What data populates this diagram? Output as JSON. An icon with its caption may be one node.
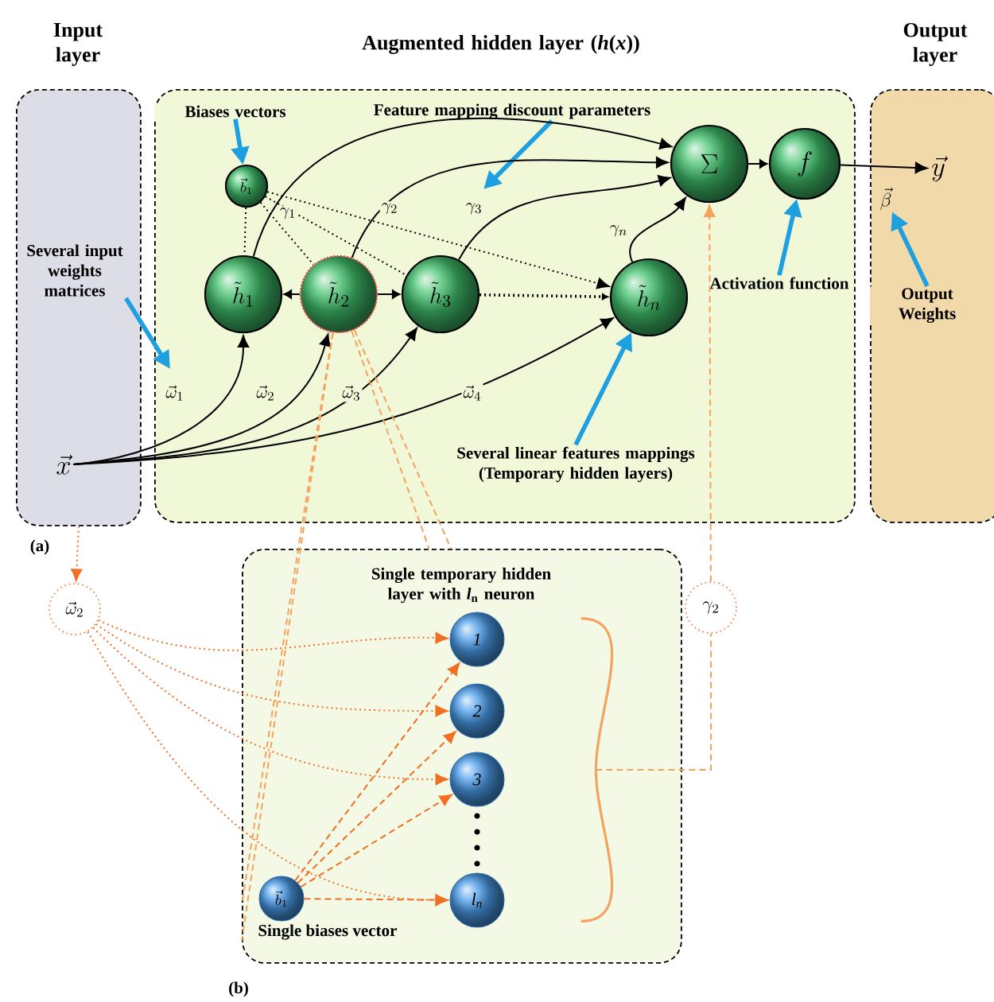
{
  "diagram": {
    "nodes": [
      {
        "text": [
          "Input layer"
        ]
      },
      {
        "text": [
          "Augmented hidden layer (*h*(*x*))"
        ]
      },
      {
        "text": [
          "Output layer"
        ]
      },
      {
        "text": [
          "Several input weights matrices"
        ],
        "in": 0
      },
      {
        "text": [
          "\\vec{x}"
        ],
        "in": 0
      },
      {
        "text": [
          "Biases vectors"
        ],
        "in": 1
      },
      {
        "text": [
          "Feature mapping discount parameters"
        ],
        "in": 1
      },
      {
        "text": [
          "\\vec{b}_1"
        ],
        "in": 1
      },
      {
        "text": [
          "\\tilde{h}_1"
        ],
        "in": 1
      },
      {
        "text": [
          "\\tilde{h}_2"
        ],
        "in": 1
      },
      {
        "text": [
          "\\tilde{h}_3"
        ],
        "in": 1
      },
      {
        "text": [
          "\\tilde{h}_n"
        ],
        "in": 1
      },
      {
        "text": [
          "\\Sigma"
        ],
        "in": 1
      },
      {
        "text": [
          "f"
        ],
        "in": 1
      },
      {
        "text": [
          "Activation function"
        ],
        "in": 1
      },
      {
        "text": [
          "Several linear features mappings (Temporary hidden layers)"
        ],
        "in": 1
      },
      {
        "text": [
          "\\vec{y}"
        ],
        "in": 2
      },
      {
        "text": [
          "\\vec{\\beta}"
        ],
        "in": 2
      },
      {
        "text": [
          "Output Weights"
        ],
        "in": 2
      },
      {
        "text": [
          "\\vec{\\omega}_2"
        ]
      },
      {
        "text": [
          "\\gamma_2"
        ]
      },
      {
        "text": [
          "Single temporary hidden layer with *l*$_{n}$ neuron"
        ]
      },
      {
        "text": [
          "1"
        ],
        "in": 21
      },
      {
        "text": [
          "2"
        ],
        "in": 21
      },
      {
        "text": [
          "3"
        ],
        "in": 21
      },
      {
        "text": [
          "l$_{n}$"
        ],
        "in": 21
      },
      {
        "text": [
          "\\vec{b}_1"
        ],
        "in": 21,
        "beside": [
          "Single biases vector"
        ]
      },
      {
        "text": [],
        "shape": "bracket",
        "in": 21
      }
    ],
    "edges": [
      {
        "from": 3,
        "to": 1,
        "arrow": "to",
        "style": "thick",
        "color": "#1ea0e0"
      },
      {
        "from": 5,
        "to": 7,
        "arrow": "to",
        "style": "thick",
        "color": "#1ea0e0"
      },
      {
        "from": 6,
        "to": null,
        "arrow": "to",
        "style": "thick",
        "color": "#1ea0e0"
      },
      {
        "from": 14,
        "to": 13,
        "arrow": "to",
        "style": "thick",
        "color": "#1ea0e0"
      },
      {
        "from": 15,
        "to": 11,
        "arrow": "to",
        "style": "thick",
        "color": "#1ea0e0"
      },
      {
        "from": 18,
        "to": 17,
        "arrow": "to",
        "style": "thick",
        "color": "#1ea0e0"
      },
      {
        "from": 4,
        "to": 8,
        "arrow": "to",
        "label": "\\vec{\\omega}_1"
      },
      {
        "from": 4,
        "to": 9,
        "arrow": "to",
        "label": "\\vec{\\omega}_2"
      },
      {
        "from": 4,
        "to": 10,
        "arrow": "to",
        "label": "\\vec{\\omega}_3"
      },
      {
        "from": 4,
        "to": 11,
        "arrow": "to",
        "label": "\\vec{\\omega}_4"
      },
      {
        "from": 7,
        "to": 8,
        "arrow": "none",
        "style": "dashed"
      },
      {
        "from": 7,
        "to": 9,
        "arrow": "none",
        "style": "dashed"
      },
      {
        "from": 7,
        "to": 10,
        "arrow": "none",
        "style": "dashed"
      },
      {
        "from": 7,
        "to": 11,
        "arrow": "to",
        "style": "dashed"
      },
      {
        "from": 9,
        "to": 8,
        "arrow": "to"
      },
      {
        "from": 9,
        "to": 10,
        "arrow": "to"
      },
      {
        "from": 10,
        "to": 11,
        "arrow": "to",
        "style": "dashed"
      },
      {
        "from": 8,
        "to": 12,
        "arrow": "to",
        "label": "\\gamma_1"
      },
      {
        "from": 9,
        "to": 12,
        "arrow": "to",
        "label": "\\gamma_2"
      },
      {
        "from": 10,
        "to": 12,
        "arrow": "to",
        "label": "\\gamma_3"
      },
      {
        "from": 11,
        "to": 12,
        "arrow": "to",
        "label": "\\gamma_n"
      },
      {
        "from": 12,
        "to": 13,
        "arrow": "to"
      },
      {
        "from": 13,
        "to": 16,
        "arrow": "to"
      },
      {
        "from": 0,
        "to": 19,
        "arrow": "to",
        "style": "dashed",
        "color": "#f26f21"
      },
      {
        "from": 19,
        "to": 22,
        "arrow": "to",
        "style": "dashed",
        "color": "#f26f21"
      },
      {
        "from": 19,
        "to": 23,
        "arrow": "to",
        "style": "dashed",
        "color": "#f26f21"
      },
      {
        "from": 19,
        "to": 24,
        "arrow": "to",
        "style": "dashed",
        "color": "#f26f21"
      },
      {
        "from": 19,
        "to": 25,
        "arrow": "to",
        "style": "dashed",
        "color": "#f26f21"
      },
      {
        "from": 26,
        "to": 22,
        "arrow": "to",
        "style": "dashed",
        "color": "#f26f21"
      },
      {
        "from": 26,
        "to": 23,
        "arrow": "to",
        "style": "dashed",
        "color": "#f26f21"
      },
      {
        "from": 26,
        "to": 24,
        "arrow": "to",
        "style": "dashed",
        "color": "#f26f21"
      },
      {
        "from": 26,
        "to": 25,
        "arrow": "to",
        "style": "dashed",
        "color": "#f26f21"
      },
      {
        "from": 9,
        "to": 21,
        "arrow": "none",
        "style": "dashed",
        "color": "#f5a25d"
      },
      {
        "from": 9,
        "to": 21,
        "arrow": "none",
        "style": "dashed",
        "color": "#f5a25d"
      },
      {
        "from": 9,
        "to": 21,
        "arrow": "none",
        "style": "dashed",
        "color": "#f5a25d"
      },
      {
        "from": 9,
        "to": 21,
        "arrow": "none",
        "style": "dashed",
        "color": "#f5a25d"
      },
      {
        "from": 27,
        "to": 20,
        "arrow": "none",
        "style": "dashed",
        "color": "#f5a25d"
      },
      {
        "from": 20,
        "to": 12,
        "arrow": "to",
        "style": "dashed",
        "color": "#f5a25d"
      }
    ],
    "labels": [
      "(a)",
      "(b)"
    ]
  }
}
